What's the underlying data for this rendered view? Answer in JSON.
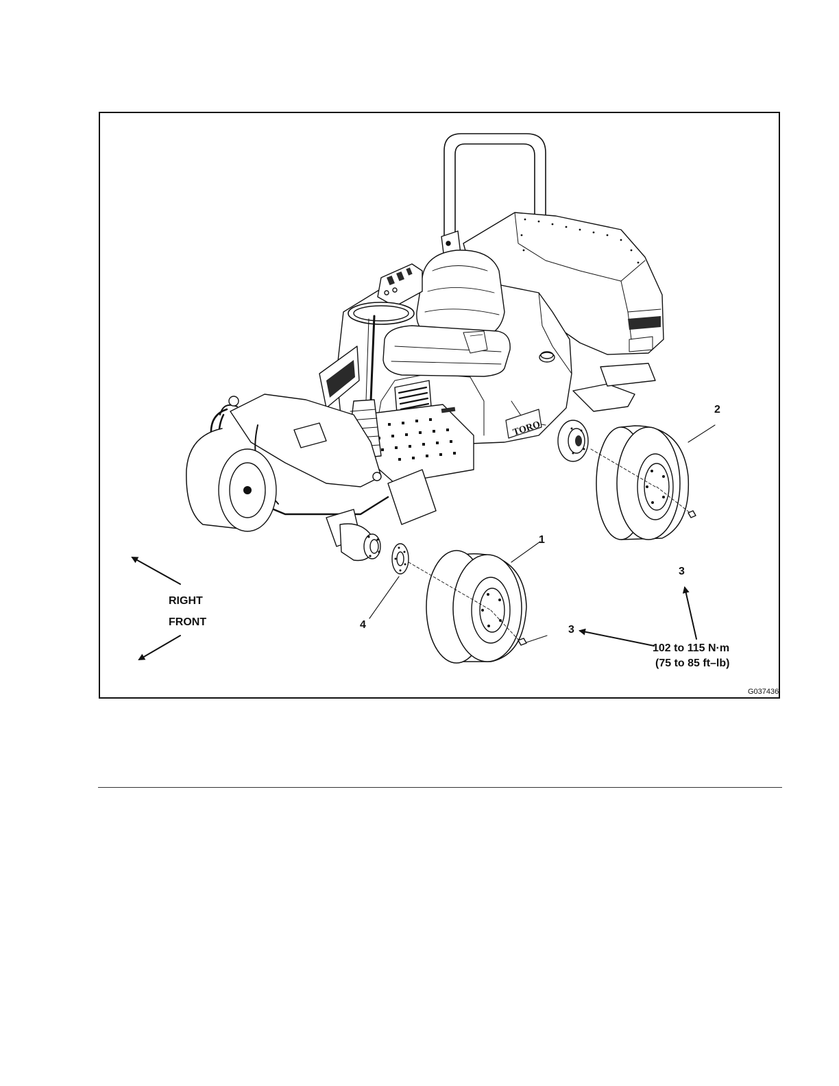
{
  "figure": {
    "callouts": {
      "c1": "1",
      "c2": "2",
      "c3a": "3",
      "c3b": "3",
      "c4": "4"
    },
    "directions": {
      "right": "RIGHT",
      "front": "FRONT"
    },
    "torque_spec": {
      "metric": "102 to 115 N·m",
      "imperial": "(75 to 85 ft–lb)"
    },
    "figure_id": "G037436",
    "decal_text": "TORO",
    "colors": {
      "line": "#111111",
      "fill": "#ffffff",
      "shade": "#2a2a2a"
    }
  }
}
